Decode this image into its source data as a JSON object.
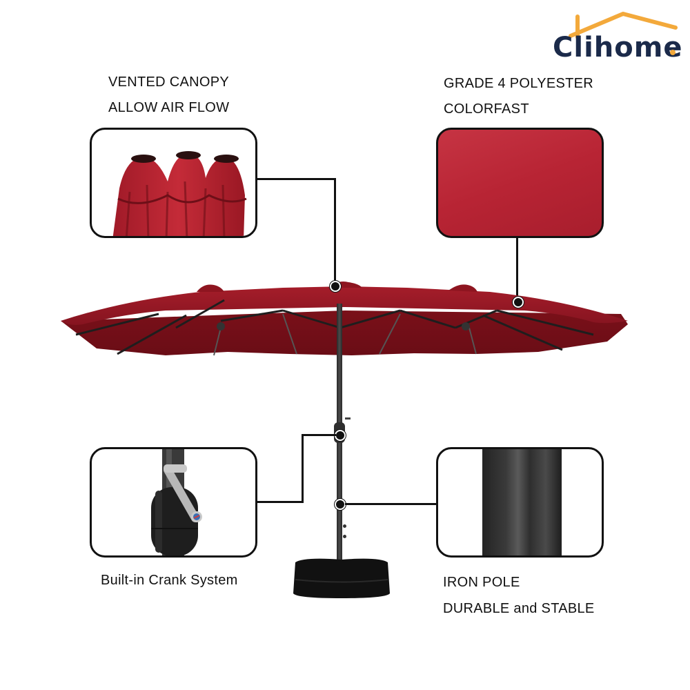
{
  "brand": {
    "name": "Clihome",
    "logo_text": "Clihome",
    "primary_color": "#1b2a4a",
    "accent_color": "#f3a93b"
  },
  "features": {
    "vented_canopy": {
      "line1": "VENTED CANOPY",
      "line2": "ALLOW AIR FLOW"
    },
    "polyester": {
      "line1": "GRADE 4 POLYESTER",
      "line2": "COLORFAST"
    },
    "crank": {
      "line1": "Built-in Crank System"
    },
    "iron_pole": {
      "line1": "IRON POLE",
      "line2": "DURABLE and STABLE"
    }
  },
  "colors": {
    "canopy_red": "#8e1520",
    "fabric_red": "#c0283a",
    "pole_dark": "#3a3a3a"
  }
}
